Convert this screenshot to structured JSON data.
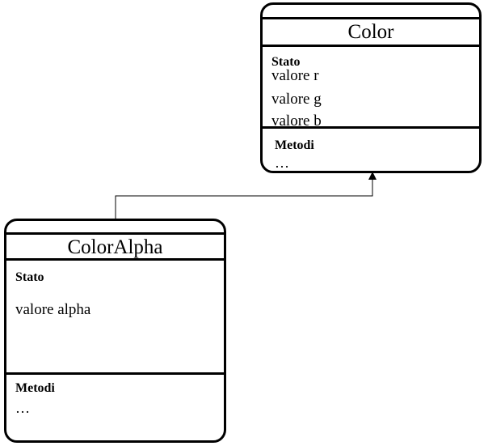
{
  "classes": {
    "color": {
      "name": "Color",
      "state_title": "Stato",
      "attributes": [
        "valore r",
        "valore g",
        "valore b"
      ],
      "methods_title": "Metodi",
      "methods": "…"
    },
    "color_alpha": {
      "name": "ColorAlpha",
      "state_title": "Stato",
      "attributes": [
        "valore alpha"
      ],
      "methods_title": "Metodi",
      "methods": "…"
    }
  },
  "relations": [
    {
      "type": "inheritance",
      "from": "ColorAlpha",
      "to": "Color"
    }
  ],
  "colors": {
    "stroke": "#000000",
    "background": "#ffffff"
  }
}
